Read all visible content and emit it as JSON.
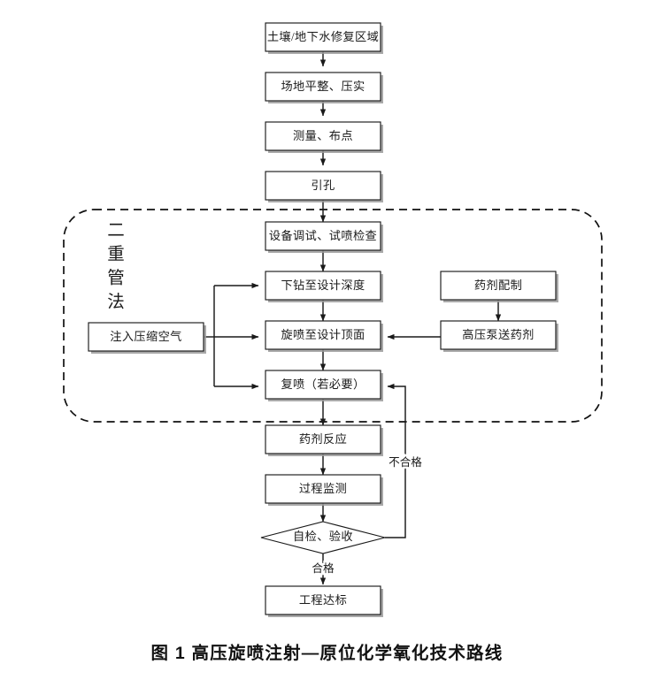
{
  "figure": {
    "caption": "图 1 高压旋喷注射—原位化学氧化技术路线",
    "background_color": "#ffffff",
    "line_color": "#1a1a1a"
  },
  "group": {
    "name": "二重管法",
    "label_chars": [
      "二",
      "重",
      "管",
      "法"
    ],
    "style": "dashed-rounded-rectangle"
  },
  "nodes": {
    "n1": {
      "label": "土壤/地下水修复区域",
      "shape": "rectangle"
    },
    "n2": {
      "label": "场地平整、压实",
      "shape": "rectangle"
    },
    "n3": {
      "label": "测量、布点",
      "shape": "rectangle"
    },
    "n4": {
      "label": "引孔",
      "shape": "rectangle"
    },
    "n5": {
      "label": "设备调试、试喷检查",
      "shape": "rectangle"
    },
    "n6": {
      "label": "下钻至设计深度",
      "shape": "rectangle"
    },
    "n7": {
      "label": "旋喷至设计顶面",
      "shape": "rectangle"
    },
    "n8": {
      "label": "复喷（若必要）",
      "shape": "rectangle"
    },
    "n9": {
      "label": "药剂反应",
      "shape": "rectangle"
    },
    "n10": {
      "label": "过程监测",
      "shape": "rectangle"
    },
    "n11": {
      "label": "自检、验收",
      "shape": "diamond"
    },
    "n12": {
      "label": "工程达标",
      "shape": "rectangle"
    },
    "air": {
      "label": "注入压缩空气",
      "shape": "rectangle"
    },
    "prep": {
      "label": "药剂配制",
      "shape": "rectangle"
    },
    "pump": {
      "label": "高压泵送药剂",
      "shape": "rectangle"
    }
  },
  "edge_labels": {
    "fail": "不合格",
    "pass": "合格"
  },
  "flow_order": [
    "土壤/地下水修复区域",
    "场地平整、压实",
    "测量、布点",
    "引孔",
    "设备调试、试喷检查",
    "下钻至设计深度",
    "旋喷至设计顶面",
    "复喷（若必要）",
    "药剂反应",
    "过程监测",
    "自检、验收",
    "工程达标"
  ]
}
